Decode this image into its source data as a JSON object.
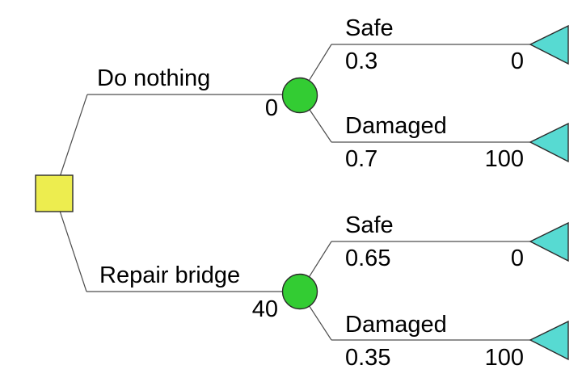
{
  "diagram": {
    "type": "decision-tree",
    "root_node": {
      "type": "decision",
      "shape": "square"
    }
  },
  "tree": {
    "branches": [
      {
        "label": "Do nothing",
        "cost": "0",
        "node_type": "chance",
        "outcomes": [
          {
            "label": "Safe",
            "probability": "0.3",
            "payoff": "0",
            "node_type": "terminal"
          },
          {
            "label": "Damaged",
            "probability": "0.7",
            "payoff": "100",
            "node_type": "terminal"
          }
        ]
      },
      {
        "label": "Repair bridge",
        "cost": "40",
        "node_type": "chance",
        "outcomes": [
          {
            "label": "Safe",
            "probability": "0.65",
            "payoff": "0",
            "node_type": "terminal"
          },
          {
            "label": "Damaged",
            "probability": "0.35",
            "payoff": "100",
            "node_type": "terminal"
          }
        ]
      }
    ]
  },
  "colors": {
    "decision_node": "#EDED4F",
    "chance_node": "#33CC33",
    "terminal_node": "#57DAD2",
    "outline": "#2b2b2b",
    "line": "#4d4d4d"
  }
}
